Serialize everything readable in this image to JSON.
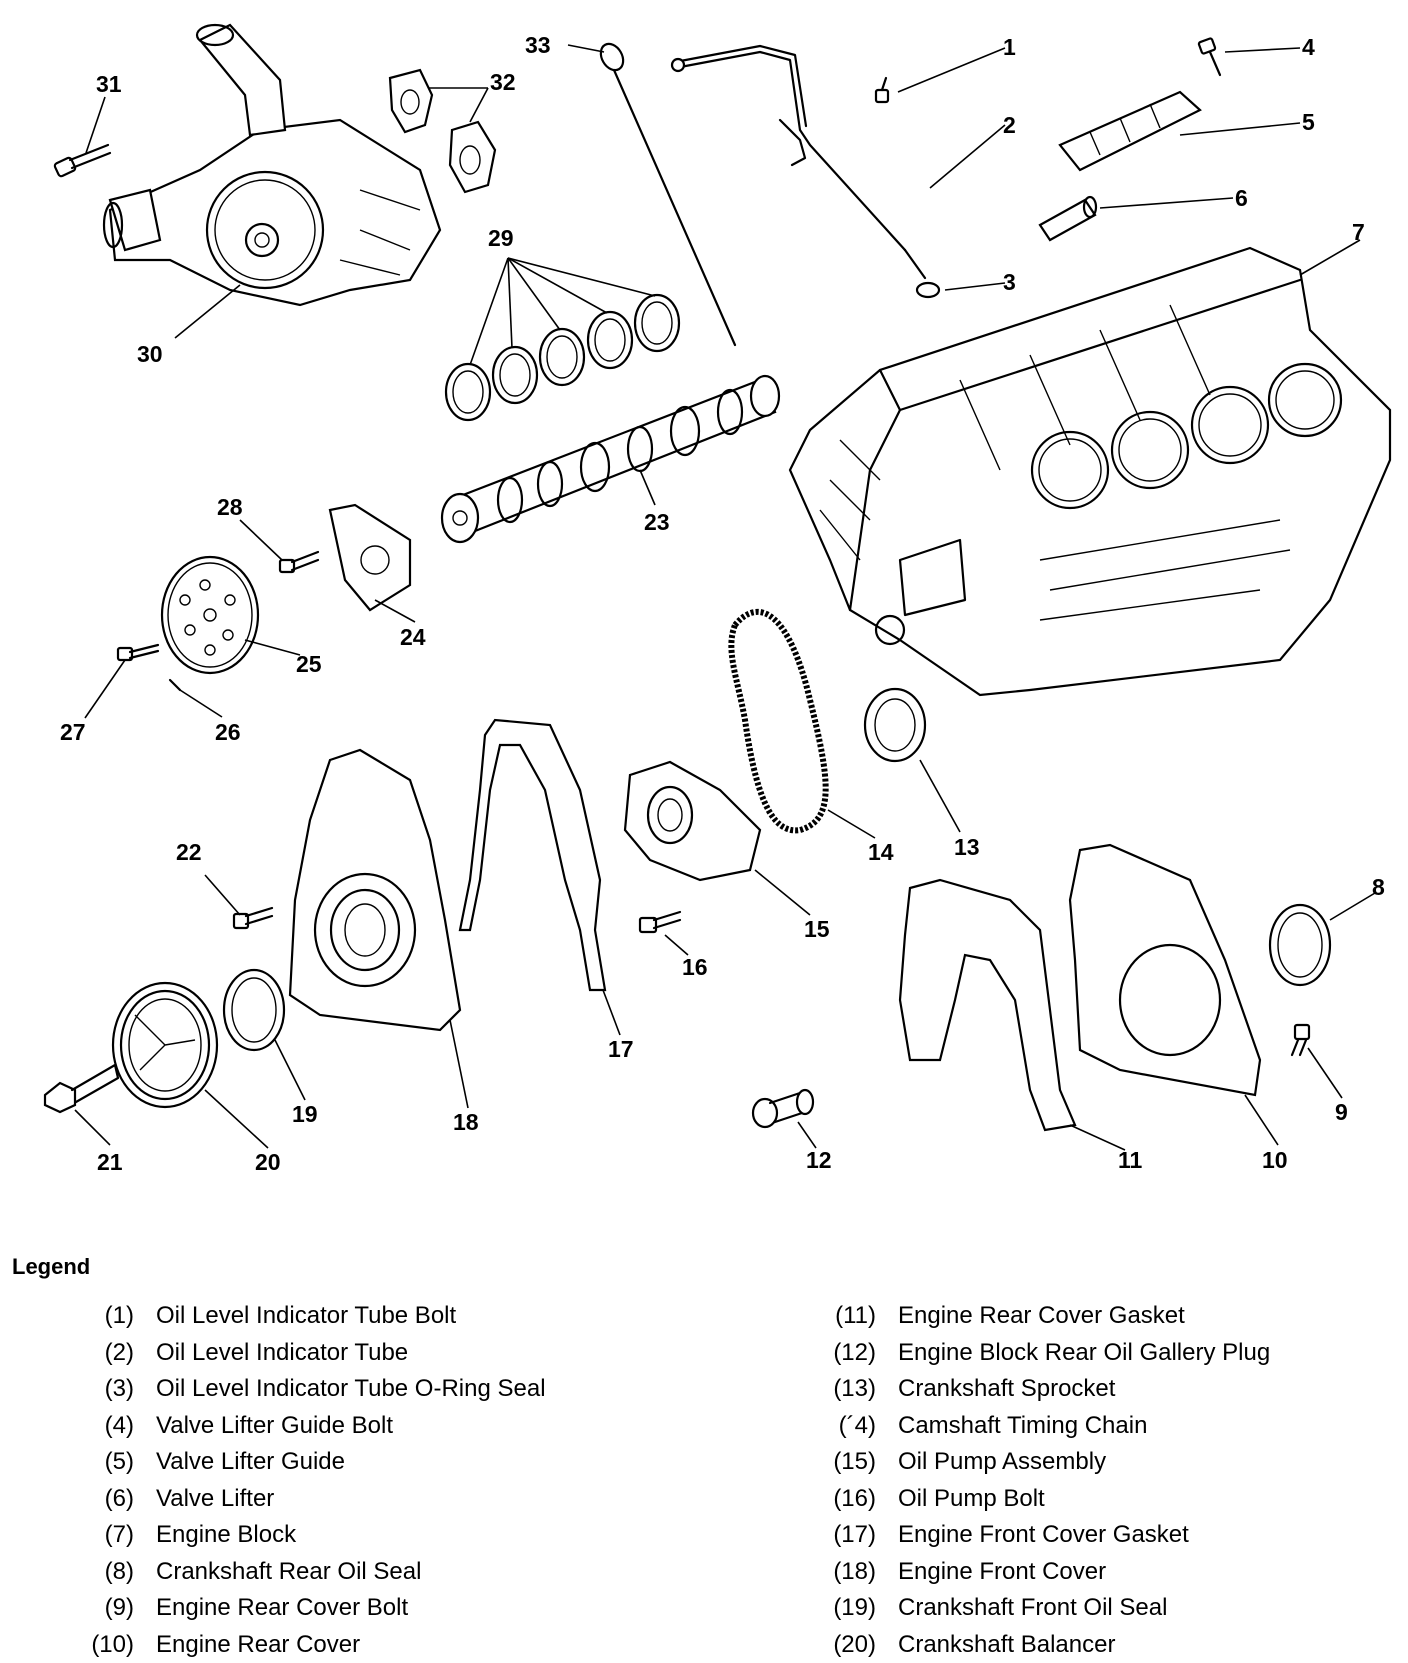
{
  "callouts": [
    "1",
    "2",
    "3",
    "4",
    "5",
    "6",
    "7",
    "8",
    "9",
    "10",
    "11",
    "12",
    "13",
    "14",
    "15",
    "16",
    "17",
    "18",
    "19",
    "20",
    "21",
    "22",
    "23",
    "24",
    "25",
    "26",
    "27",
    "28",
    "29",
    "30",
    "31",
    "32",
    "33"
  ],
  "legend": {
    "title": "Legend",
    "left": [
      {
        "num": "(1)",
        "text": "Oil Level Indicator Tube Bolt"
      },
      {
        "num": "(2)",
        "text": "Oil Level Indicator Tube"
      },
      {
        "num": "(3)",
        "text": "Oil Level Indicator Tube O-Ring Seal"
      },
      {
        "num": "(4)",
        "text": "Valve Lifter Guide Bolt"
      },
      {
        "num": "(5)",
        "text": "Valve Lifter Guide"
      },
      {
        "num": "(6)",
        "text": "Valve Lifter"
      },
      {
        "num": "(7)",
        "text": "Engine Block"
      },
      {
        "num": "(8)",
        "text": "Crankshaft Rear Oil Seal"
      },
      {
        "num": "(9)",
        "text": "Engine Rear Cover Bolt"
      },
      {
        "num": "(10)",
        "text": "Engine Rear Cover"
      }
    ],
    "right": [
      {
        "num": "(11)",
        "text": "Engine Rear Cover Gasket"
      },
      {
        "num": "(12)",
        "text": "Engine Block Rear Oil Gallery Plug"
      },
      {
        "num": "(13)",
        "text": "Crankshaft Sprocket"
      },
      {
        "num": "(´4)",
        "text": "Camshaft Timing Chain"
      },
      {
        "num": "(15)",
        "text": "Oil Pump Assembly"
      },
      {
        "num": "(16)",
        "text": "Oil Pump Bolt"
      },
      {
        "num": "(17)",
        "text": "Engine Front Cover Gasket"
      },
      {
        "num": "(18)",
        "text": "Engine Front Cover"
      },
      {
        "num": "(19)",
        "text": "Crankshaft Front Oil Seal"
      },
      {
        "num": "(20)",
        "text": "Crankshaft Balancer"
      }
    ]
  }
}
